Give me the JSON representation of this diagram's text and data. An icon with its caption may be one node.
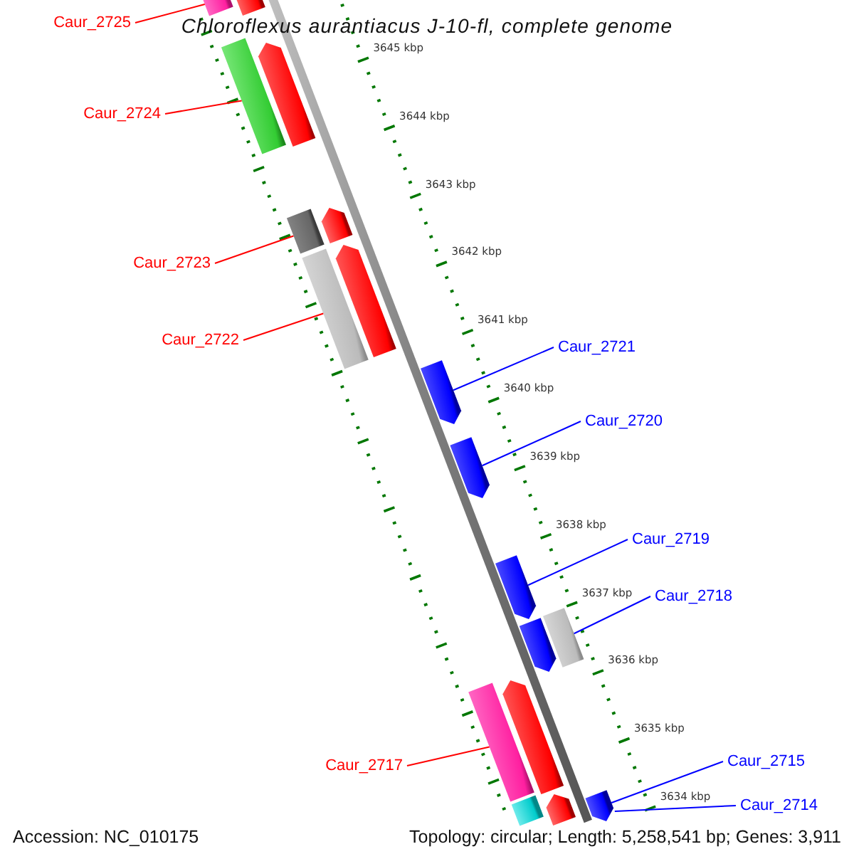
{
  "diagram": {
    "title": "Chloroflexus aurantiacus J-10-fl, complete genome",
    "nodes": [
      {
        "text": [
          "Caur_2725"
        ]
      },
      {
        "text": [],
        "shape": "bar"
      },
      {
        "text": [],
        "shape": "pentagon"
      },
      {
        "text": [
          "Caur_2724"
        ]
      },
      {
        "text": [],
        "shape": "bar"
      },
      {
        "text": [],
        "shape": "pentagon"
      },
      {
        "text": [
          "Caur_2723"
        ]
      },
      {
        "text": [],
        "shape": "bar"
      },
      {
        "text": [],
        "shape": "pentagon"
      },
      {
        "text": [
          "Caur_2722"
        ]
      },
      {
        "text": [],
        "shape": "bar"
      },
      {
        "text": [],
        "shape": "pentagon"
      },
      {
        "text": [
          "Caur_2721"
        ]
      },
      {
        "text": [],
        "shape": "pentagon"
      },
      {
        "text": [
          "Caur_2720"
        ]
      },
      {
        "text": [],
        "shape": "pentagon"
      },
      {
        "text": [
          "Caur_2719"
        ]
      },
      {
        "text": [],
        "shape": "pentagon"
      },
      {
        "text": [
          "Caur_2718"
        ]
      },
      {
        "text": [],
        "shape": "pentagon"
      },
      {
        "text": [],
        "shape": "bar"
      },
      {
        "text": [
          "Caur_2717"
        ]
      },
      {
        "text": [],
        "shape": "bar"
      },
      {
        "text": [],
        "shape": "pentagon"
      },
      {
        "text": [],
        "shape": "bar"
      },
      {
        "text": [],
        "shape": "pentagon"
      },
      {
        "text": [
          "Caur_2715"
        ]
      },
      {
        "text": [],
        "shape": "pentagon"
      },
      {
        "text": [
          "Caur_2714"
        ]
      }
    ],
    "edges": [
      {
        "from": 0,
        "to": 1,
        "arrow": "none",
        "color": "#ff0000"
      },
      {
        "from": 3,
        "to": 4,
        "arrow": "none",
        "color": "#ff0000"
      },
      {
        "from": 6,
        "to": 7,
        "arrow": "none",
        "color": "#ff0000"
      },
      {
        "from": 9,
        "to": 10,
        "arrow": "none",
        "color": "#ff0000"
      },
      {
        "from": 12,
        "to": 13,
        "arrow": "none"
      },
      {
        "from": 14,
        "to": 15,
        "arrow": "none"
      },
      {
        "from": 16,
        "to": 17,
        "arrow": "none"
      },
      {
        "from": 18,
        "to": 20,
        "arrow": "none"
      },
      {
        "from": 21,
        "to": 22,
        "arrow": "none",
        "color": "#ff0000"
      },
      {
        "from": 26,
        "to": 27,
        "arrow": "none"
      },
      {
        "from": 28,
        "to": 27,
        "arrow": "none"
      }
    ],
    "labels": [
      "3645 kbp",
      "3644 kbp",
      "3643 kbp",
      "3642 kbp",
      "3641 kbp",
      "3640 kbp",
      "3639 kbp",
      "3638 kbp",
      "3637 kbp",
      "3636 kbp",
      "3635 kbp",
      "3634 kbp",
      "Accession: NC_010175",
      "Topology: circular; Length: 5,258,541 bp; Genes: 3,911"
    ]
  }
}
